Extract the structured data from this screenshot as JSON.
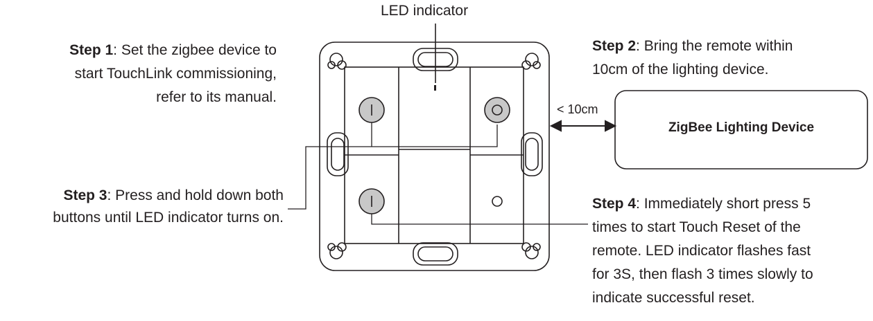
{
  "led_indicator_label": "LED indicator",
  "step1": {
    "title": "Step 1",
    "line1": ": Set the zigbee device to",
    "line2": "start TouchLink commissioning,",
    "line3": "refer to its manual."
  },
  "step2": {
    "title": "Step 2",
    "line1": ": Bring the remote within",
    "line2": "10cm of the lighting device."
  },
  "step3": {
    "title": "Step 3",
    "line1": ": Press and hold down both",
    "line2": "buttons until LED indicator turns on."
  },
  "step4": {
    "title": "Step 4",
    "line1": ": Immediately short press 5",
    "line2": "times to start Touch Reset of the",
    "line3": "remote. LED indicator flashes fast",
    "line4": "for 3S, then flash 3 times slowly to",
    "line5": "indicate successful reset."
  },
  "distance_label": "< 10cm",
  "device_label": "ZigBee Lighting Device",
  "buttons": {
    "top_left_symbol": "I",
    "bottom_left_symbol": "I"
  },
  "colors": {
    "stroke": "#231f20",
    "highlight": "#c8c8c8"
  }
}
